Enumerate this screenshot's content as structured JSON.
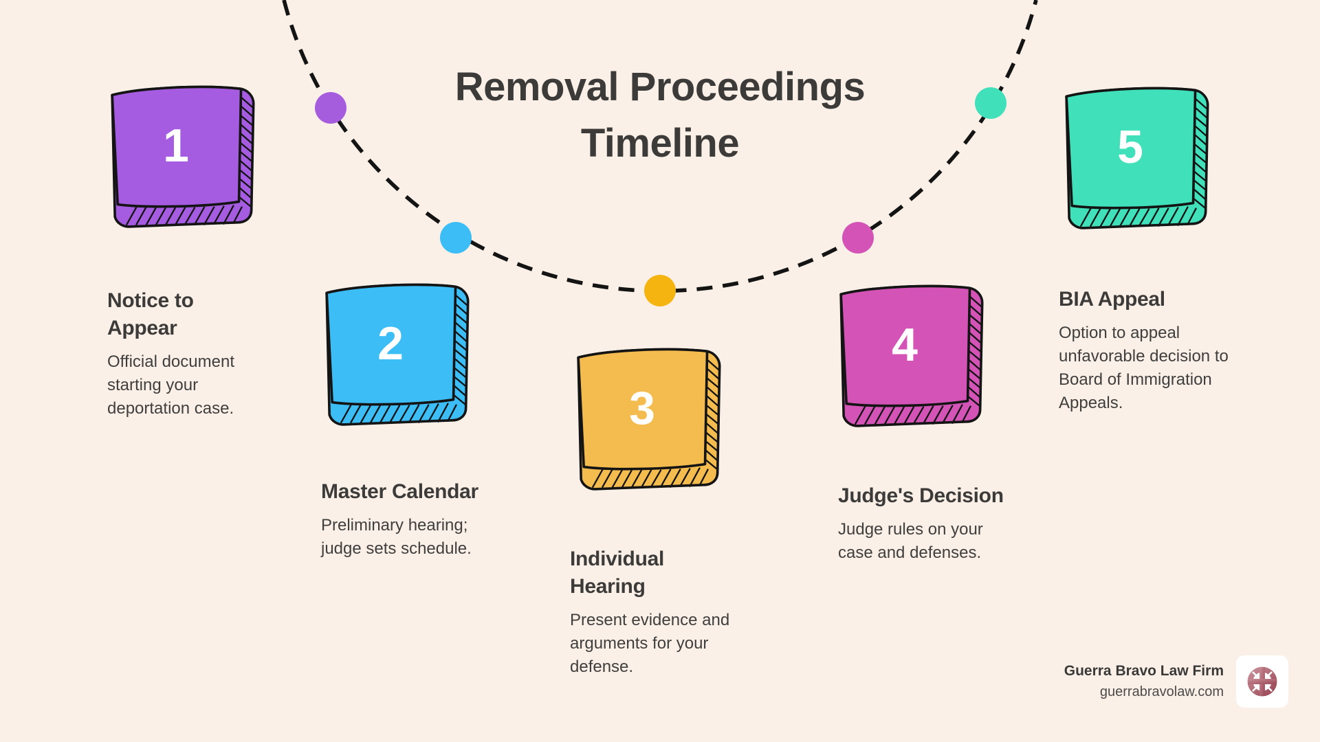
{
  "background_color": "#faf0e8",
  "text": {
    "heading_color": "#3d3b3a",
    "body_color": "#403e3d"
  },
  "title": {
    "line1": "Removal Proceedings",
    "line2": "Timeline"
  },
  "timeline": {
    "arc_color": "#141414",
    "arc_style": "dashed"
  },
  "steps": [
    {
      "number": "1",
      "label": "Notice to Appear",
      "description": "Official document starting your deportation case.",
      "color": "#a55ce1",
      "dot_color": "#a55cdd"
    },
    {
      "number": "2",
      "label": "Master Calendar",
      "description": "Preliminary hearing; judge sets schedule.",
      "color": "#3dbdf6",
      "dot_color": "#3dbdf6"
    },
    {
      "number": "3",
      "label": "Individual Hearing",
      "description": "Present evidence and arguments for your defense.",
      "color": "#f4bc4e",
      "dot_color": "#f6b410"
    },
    {
      "number": "4",
      "label": "Judge's Decision",
      "description": "Judge rules on your case and defenses.",
      "color": "#d354b6",
      "dot_color": "#d354b6"
    },
    {
      "number": "5",
      "label": "BIA Appeal",
      "description": "Option to appeal unfavorable decision to Board of Immigration Appeals.",
      "color": "#3fe0ba",
      "dot_color": "#3fe0ba"
    }
  ],
  "footer": {
    "firm_name": "Guerra Bravo Law Firm",
    "website": "guerrabravolaw.com",
    "logo_color_light": "#c88e98",
    "logo_color_dark": "#9a4755"
  }
}
